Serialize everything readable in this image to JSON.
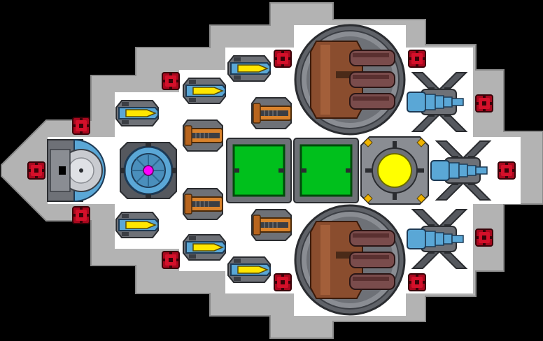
{
  "colors": {
    "background": "#000000",
    "hull": "#b3b3b3",
    "floor": "#ffffff",
    "door_red": "#d4102a",
    "shield_blue": "#5aa7d6",
    "artillery_brown": "#8a4d2e",
    "cell_green": "#00c01c",
    "reactor_yellow": "#ffff00",
    "core_magenta": "#ff00ff",
    "missile_yellow": "#ffe600",
    "beam_orange": "#d9822b"
  },
  "ship": {
    "modules": [
      {
        "kind": "cockpit",
        "icon": "cockpit-icon"
      },
      {
        "kind": "shield-core",
        "icon": "shield-core-icon"
      },
      {
        "kind": "battery-cell",
        "icon": "battery-cell-icon"
      },
      {
        "kind": "battery-cell",
        "icon": "battery-cell-icon"
      },
      {
        "kind": "reactor",
        "icon": "reactor-icon"
      },
      {
        "kind": "artillery-turret",
        "icon": "artillery-turret-icon"
      },
      {
        "kind": "artillery-turret",
        "icon": "artillery-turret-icon"
      },
      {
        "kind": "thruster",
        "icon": "thruster-icon"
      },
      {
        "kind": "thruster",
        "icon": "thruster-icon"
      },
      {
        "kind": "thruster",
        "icon": "thruster-icon"
      },
      {
        "kind": "missile-launcher",
        "icon": "missile-icon"
      },
      {
        "kind": "beam-weapon",
        "icon": "beam-weapon-icon"
      },
      {
        "kind": "door",
        "icon": "door-icon"
      }
    ]
  }
}
